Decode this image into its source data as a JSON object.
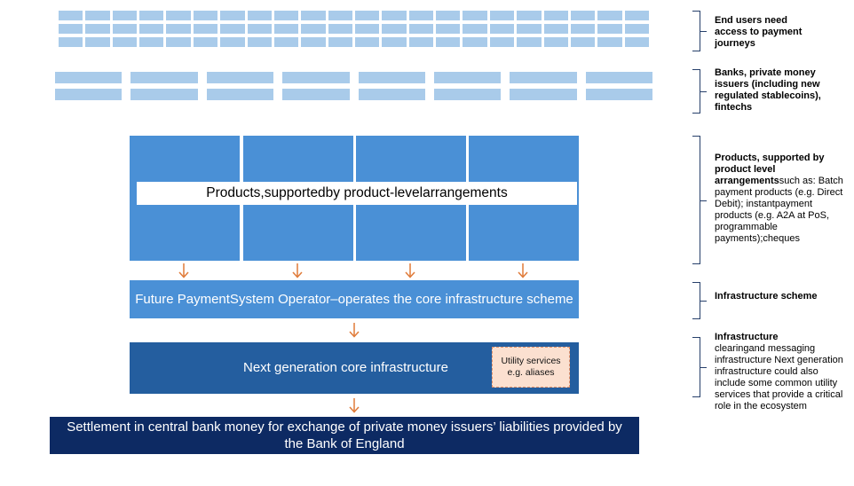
{
  "diagram": {
    "products_banner": "Products,supportedby product-levelarrangements",
    "operator_label": "Future PaymentSystem Operator–operates the core infrastructure scheme",
    "core_label": "Next generation core infrastructure",
    "utility_label": "Utility services e.g. aliases",
    "settlement_label": "Settlement in central bank money for exchange of private money issuers’ liabilities provided by the Bank of England"
  },
  "annotations": {
    "end_users": "End users need access to payment journeys",
    "banks": "Banks, private money issuers (including new regulated stablecoins), fintechs",
    "products_bold": "Products, supported by product level arrangements",
    "products_rest": "such as: Batch payment products (e.g. Direct Debit); instantpayment products (e.g. A2A at PoS, programmable payments);cheques",
    "scheme": "Infrastructure scheme",
    "infra_bold": "Infrastructure",
    "infra_rest": "clearingand messaging infrastructure Next generation infrastructure could also include some common utility services that provide a critical role in the ecosystem"
  },
  "colors": {
    "light_blue": "#a9cbea",
    "mid_blue": "#4a90d6",
    "dark_blue": "#245e9f",
    "navy": "#0d2a63",
    "arrow_orange": "#e07b39",
    "utility_fill": "#fbe0d0"
  }
}
